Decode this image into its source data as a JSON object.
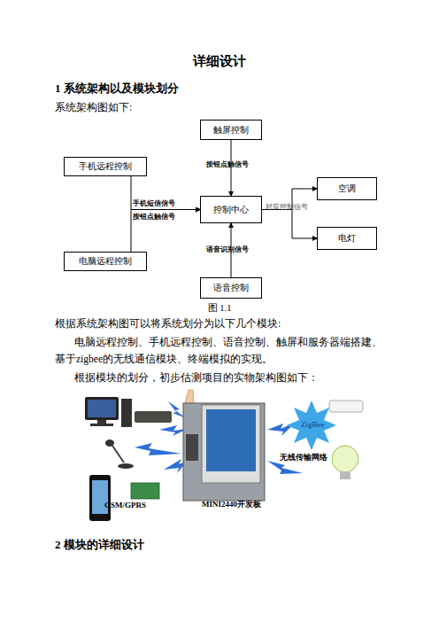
{
  "diagram": {
    "title": "详细设计",
    "caption": "图 1.1",
    "nodes": [
      {
        "text": [
          "触屏控制"
        ]
      },
      {
        "text": [
          "手机远程控制"
        ]
      },
      {
        "text": [
          "空调"
        ]
      },
      {
        "text": [
          "控制中心"
        ]
      },
      {
        "text": [
          "电灯"
        ]
      },
      {
        "text": [
          "电脑远程控制"
        ]
      },
      {
        "text": [
          "语音控制"
        ]
      }
    ],
    "edges": [
      {
        "from": 0,
        "to": 3,
        "label": "按钮点触信号",
        "arrow": "to"
      },
      {
        "from": 1,
        "to": 3,
        "label": "手机短信信号",
        "arrow": "to"
      },
      {
        "from": 5,
        "to": 3,
        "label": "按钮点触信号",
        "arrow": "to"
      },
      {
        "from": 3,
        "to": 2,
        "label": "对应控制信号",
        "arrow": "to"
      },
      {
        "from": 3,
        "to": 4,
        "arrow": "to"
      },
      {
        "from": 6,
        "to": 3,
        "label": "语音识别信号",
        "arrow": "to"
      }
    ],
    "labels": [
      "1 系统架构以及模块划分",
      "系统架构图如下:",
      "根据系统架构图可以将系统划分为以下几个模块:",
      "电脑远程控制、手机远程控制、语音控制、触屏和服务器端搭建、基于zigbee的无线通信模块、终端模拟的实现。",
      "根据模块的划分，初步估测项目的实物架构图如下：",
      "ZigBee",
      "无线传输网络",
      "MINI2440开发板",
      "GSM/GPRS",
      "2 模块的详细设计"
    ]
  }
}
